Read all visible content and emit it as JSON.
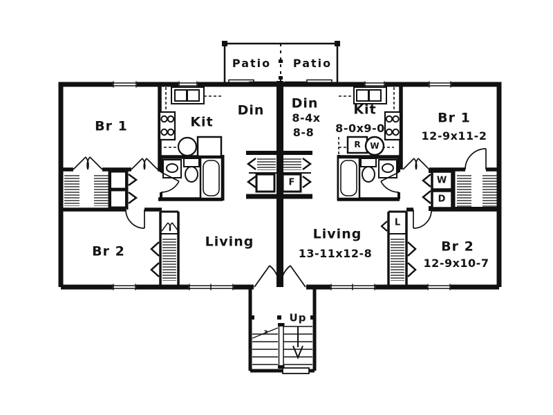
{
  "floor_plan": {
    "patios": {
      "left": "Patio",
      "right": "Patio"
    },
    "left_unit": {
      "br1": "Br 1",
      "kit": "Kit",
      "din": "Din",
      "br2": "Br 2",
      "living": "Living"
    },
    "right_unit": {
      "din": "Din",
      "din_dim_line1": "8-4x",
      "din_dim_line2": "8-8",
      "kit": "Kit",
      "kit_dim": "8-0x9-0",
      "br1": "Br 1",
      "br1_dim": "12-9x11-2",
      "living": "Living",
      "living_dim": "13-11x12-8",
      "br2": "Br 2",
      "br2_dim": "12-9x10-7"
    },
    "fixture_labels": {
      "furnace": "F",
      "refrigerator": "R",
      "water_heater": "W",
      "washer": "W",
      "dryer": "D",
      "linen": "L"
    },
    "stairs": {
      "up_label": "Up"
    },
    "colors": {
      "line": "#111111",
      "background": "#ffffff"
    }
  }
}
